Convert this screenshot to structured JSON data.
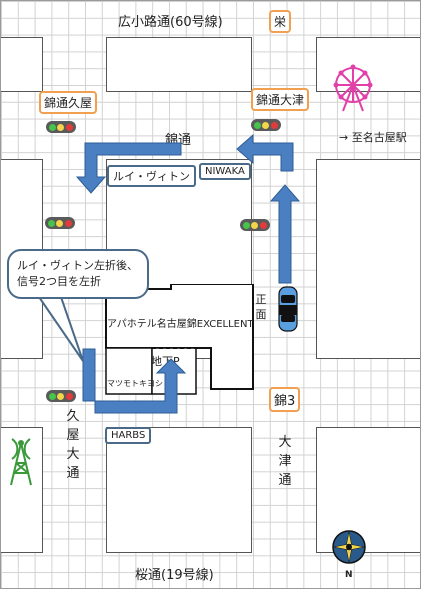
{
  "streets": {
    "top": "広小路通(60号線)",
    "nishiki": "錦通",
    "bottom": "桜通(19号線)",
    "hisaya_ohdori": "久屋大通",
    "otsu_dori": "大津通"
  },
  "station_direction": "→ 至名古屋駅",
  "intersections": {
    "sakae": "栄",
    "nishiki_hisaya": "錦通久屋",
    "nishiki_otsu": "錦通大津",
    "nishiki3": "錦3"
  },
  "shops": {
    "louis_vuitton": "ルイ・ヴィトン",
    "niwaka": "NIWAKA",
    "harbs": "HARBS",
    "matsumoto": "マツモトキヨシ"
  },
  "hotel": {
    "name": "アパホテル名古屋錦EXCELLENT",
    "underground_parking": "地下P",
    "front": "正面"
  },
  "callout": {
    "line1": "ルイ・ヴィトン左折後、",
    "line2": "信号2つ目を左折"
  },
  "compass": {
    "north": "N"
  },
  "colors": {
    "route_arrow": "#4a7fc1",
    "landmark_border": "#f0a050",
    "shop_border": "#4a6a88",
    "ferris_wheel": "#e040a8",
    "tower": "#3a9a3a",
    "car": "#5aa0e0"
  },
  "icons": [
    "ferris-wheel-icon",
    "radio-tower-icon",
    "compass-icon",
    "car-icon",
    "traffic-light-icon"
  ]
}
